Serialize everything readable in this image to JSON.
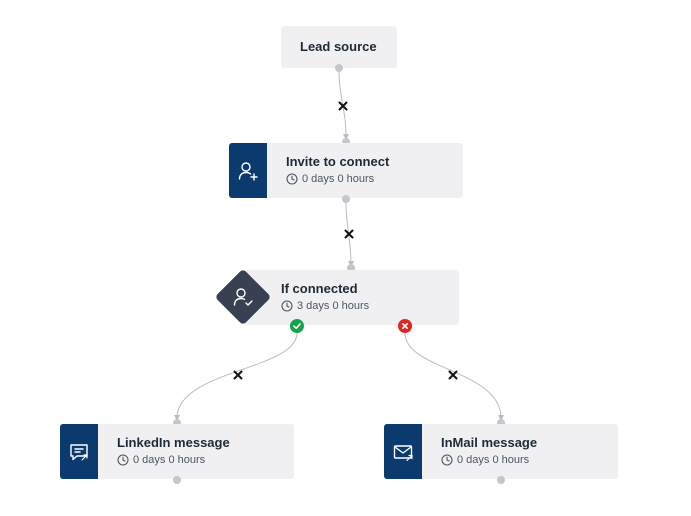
{
  "colors": {
    "action_tile": "#0b3b6e",
    "condition_node": "#374151",
    "card_bg": "#f0f0f2",
    "success": "#16a34a",
    "failure": "#dc2626",
    "connector": "#b9bcc2"
  },
  "nodes": {
    "lead_source": {
      "title": "Lead source"
    },
    "invite": {
      "title": "Invite to connect",
      "delay": "0 days 0 hours",
      "icon": "user-plus-icon"
    },
    "condition": {
      "title": "If connected",
      "delay": "3 days 0 hours",
      "icon": "user-check-icon"
    },
    "linkedin_message": {
      "title": "LinkedIn message",
      "delay": "0 days 0 hours",
      "icon": "message-icon"
    },
    "inmail_message": {
      "title": "InMail message",
      "delay": "0 days 0 hours",
      "icon": "mail-icon"
    }
  },
  "branches": {
    "yes_icon": "check-icon",
    "no_icon": "x-circle-icon"
  }
}
